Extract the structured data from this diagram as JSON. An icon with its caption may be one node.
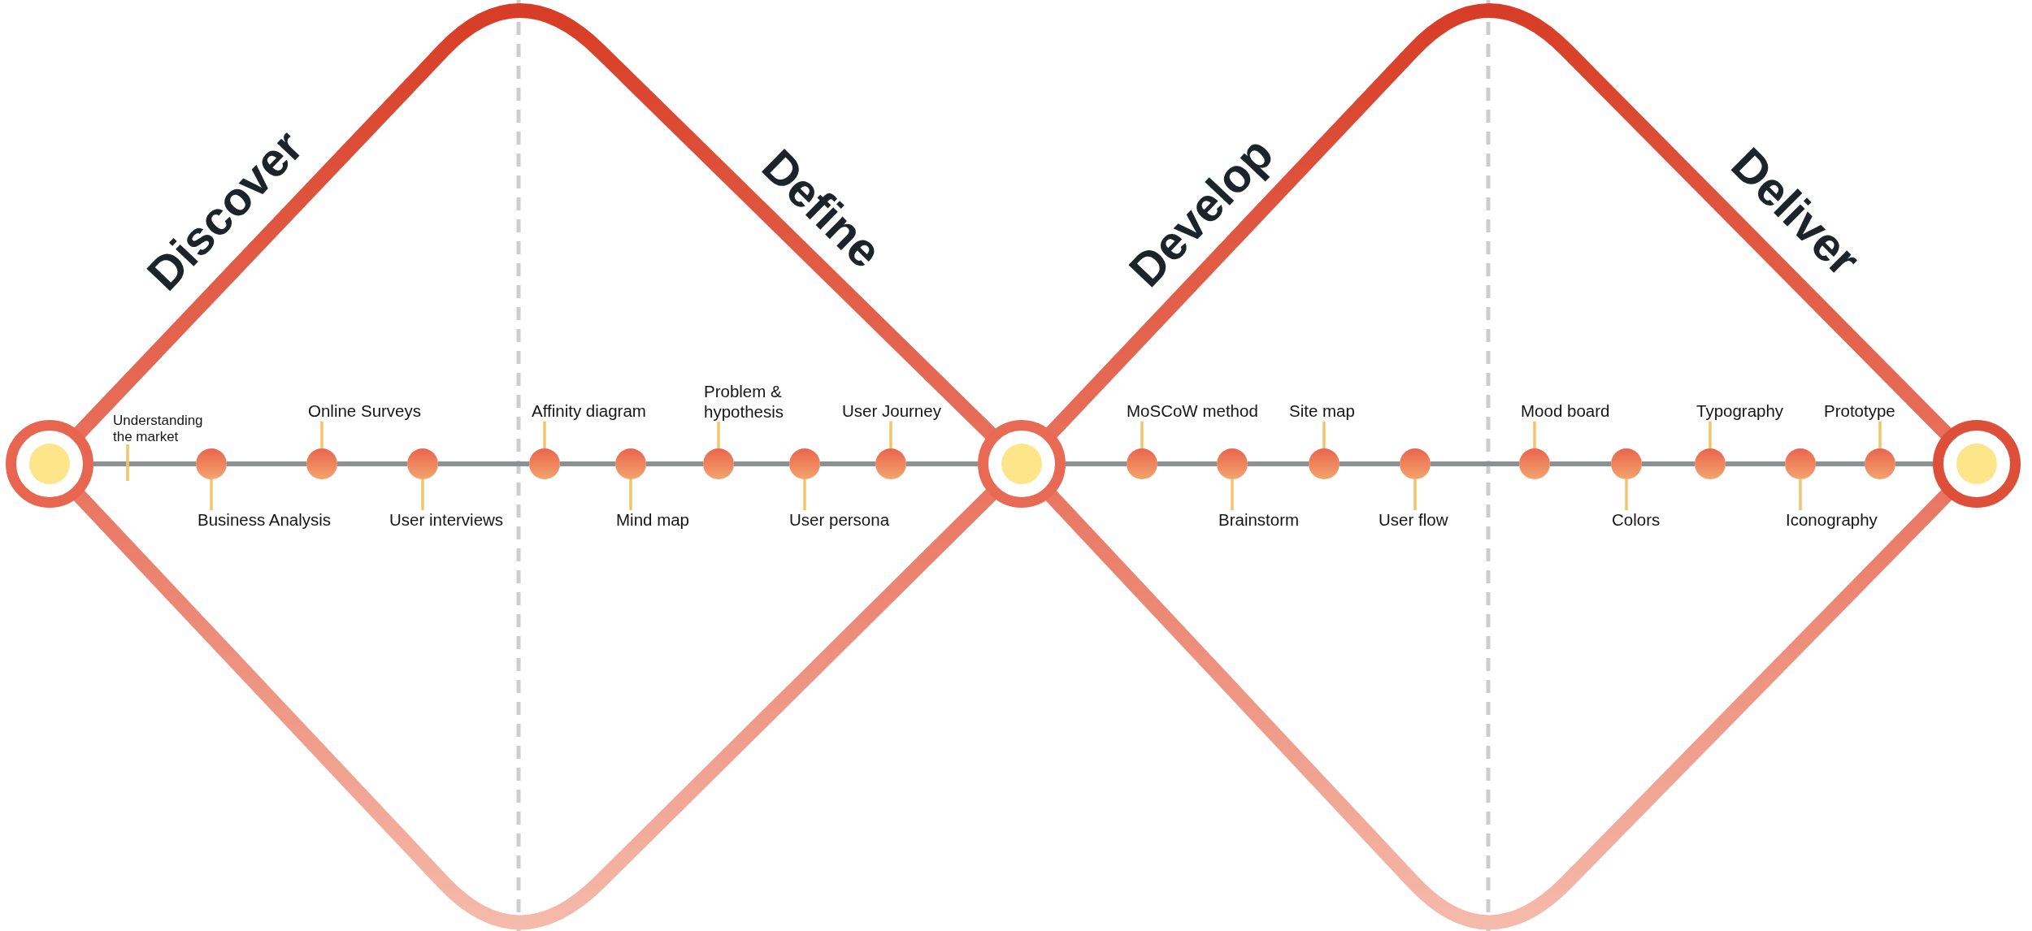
{
  "diagram": {
    "nodes": [
      {
        "text": [],
        "shape": "circle"
      },
      {
        "text": [
          "Discover",
          "Define"
        ]
      },
      {
        "text": [
          "Understanding the market"
        ],
        "in": 1
      },
      {
        "text": [],
        "shape": "circle",
        "in": 1
      },
      {
        "text": [
          "Business Analysis"
        ],
        "in": 1
      },
      {
        "text": [],
        "shape": "circle",
        "in": 1
      },
      {
        "text": [
          "Online Surveys"
        ],
        "in": 1
      },
      {
        "text": [],
        "shape": "circle",
        "in": 1
      },
      {
        "text": [
          "User interviews"
        ],
        "in": 1
      },
      {
        "text": [],
        "shape": "circle",
        "in": 1
      },
      {
        "text": [
          "Affinity diagram"
        ],
        "in": 1
      },
      {
        "text": [],
        "shape": "circle",
        "in": 1
      },
      {
        "text": [
          "Mind map"
        ],
        "in": 1
      },
      {
        "text": [],
        "shape": "circle",
        "in": 1
      },
      {
        "text": [
          "Problem & hypothesis"
        ],
        "in": 1
      },
      {
        "text": [],
        "shape": "circle",
        "in": 1
      },
      {
        "text": [
          "User persona"
        ],
        "in": 1
      },
      {
        "text": [],
        "shape": "circle",
        "in": 1
      },
      {
        "text": [
          "User Journey"
        ],
        "in": 1
      },
      {
        "text": [],
        "shape": "circle"
      },
      {
        "text": [
          "Develop",
          "Deliver"
        ]
      },
      {
        "text": [],
        "shape": "circle",
        "in": 20
      },
      {
        "text": [
          "MoSCoW method"
        ],
        "in": 20
      },
      {
        "text": [],
        "shape": "circle",
        "in": 20
      },
      {
        "text": [
          "Brainstorm"
        ],
        "in": 20
      },
      {
        "text": [],
        "shape": "circle",
        "in": 20
      },
      {
        "text": [
          "Site map"
        ],
        "in": 20
      },
      {
        "text": [],
        "shape": "circle",
        "in": 20
      },
      {
        "text": [
          "User flow"
        ],
        "in": 20
      },
      {
        "text": [],
        "shape": "circle",
        "in": 20
      },
      {
        "text": [
          "Mood board"
        ],
        "in": 20
      },
      {
        "text": [],
        "shape": "circle",
        "in": 20
      },
      {
        "text": [
          "Colors"
        ],
        "in": 20
      },
      {
        "text": [],
        "shape": "circle",
        "in": 20
      },
      {
        "text": [
          "Typography"
        ],
        "in": 20
      },
      {
        "text": [],
        "shape": "circle",
        "in": 20
      },
      {
        "text": [
          "Iconography"
        ],
        "in": 20
      },
      {
        "text": [],
        "shape": "circle",
        "in": 20
      },
      {
        "text": [
          "Prototype"
        ],
        "in": 20
      },
      {
        "text": [],
        "shape": "circle"
      }
    ],
    "edges": [
      {
        "from": 0,
        "to": 3,
        "arrow": "none"
      },
      {
        "from": 3,
        "to": 5,
        "arrow": "none"
      },
      {
        "from": 5,
        "to": 7,
        "arrow": "none"
      },
      {
        "from": 7,
        "to": 9,
        "arrow": "none"
      },
      {
        "from": 9,
        "to": 11,
        "arrow": "none"
      },
      {
        "from": 11,
        "to": 13,
        "arrow": "none"
      },
      {
        "from": 13,
        "to": 15,
        "arrow": "none"
      },
      {
        "from": 15,
        "to": 17,
        "arrow": "none"
      },
      {
        "from": 17,
        "to": 19,
        "arrow": "none"
      },
      {
        "from": 19,
        "to": 21,
        "arrow": "none"
      },
      {
        "from": 21,
        "to": 23,
        "arrow": "none"
      },
      {
        "from": 23,
        "to": 25,
        "arrow": "none"
      },
      {
        "from": 25,
        "to": 27,
        "arrow": "none"
      },
      {
        "from": 27,
        "to": 29,
        "arrow": "none"
      },
      {
        "from": 29,
        "to": 31,
        "arrow": "none"
      },
      {
        "from": 31,
        "to": 33,
        "arrow": "none"
      },
      {
        "from": 33,
        "to": 35,
        "arrow": "none"
      },
      {
        "from": 35,
        "to": 37,
        "arrow": "none"
      },
      {
        "from": 37,
        "to": 39,
        "arrow": "none"
      },
      {
        "from": 2,
        "to": null,
        "arrow": "none",
        "color": "#f2c46b"
      },
      {
        "from": 4,
        "to": 3,
        "arrow": "none",
        "color": "#f2c46b"
      },
      {
        "from": 6,
        "to": 5,
        "arrow": "none",
        "color": "#f2c46b"
      },
      {
        "from": 8,
        "to": 7,
        "arrow": "none",
        "color": "#f2c46b"
      },
      {
        "from": 10,
        "to": 9,
        "arrow": "none",
        "color": "#f2c46b"
      },
      {
        "from": 12,
        "to": 11,
        "arrow": "none",
        "color": "#f2c46b"
      },
      {
        "from": 14,
        "to": 13,
        "arrow": "none",
        "color": "#f2c46b"
      },
      {
        "from": 16,
        "to": 15,
        "arrow": "none",
        "color": "#f2c46b"
      },
      {
        "from": 18,
        "to": 17,
        "arrow": "none",
        "color": "#f2c46b"
      },
      {
        "from": 22,
        "to": 21,
        "arrow": "none",
        "color": "#f2c46b"
      },
      {
        "from": 24,
        "to": 23,
        "arrow": "none",
        "color": "#f2c46b"
      },
      {
        "from": 26,
        "to": 25,
        "arrow": "none",
        "color": "#f2c46b"
      },
      {
        "from": 28,
        "to": 27,
        "arrow": "none",
        "color": "#f2c46b"
      },
      {
        "from": 30,
        "to": 29,
        "arrow": "none",
        "color": "#f2c46b"
      },
      {
        "from": 32,
        "to": 31,
        "arrow": "none",
        "color": "#f2c46b"
      },
      {
        "from": 34,
        "to": 33,
        "arrow": "none",
        "color": "#f2c46b"
      },
      {
        "from": 36,
        "to": 35,
        "arrow": "none",
        "color": "#f2c46b"
      },
      {
        "from": 38,
        "to": 37,
        "arrow": "none",
        "color": "#f2c46b"
      }
    ]
  }
}
